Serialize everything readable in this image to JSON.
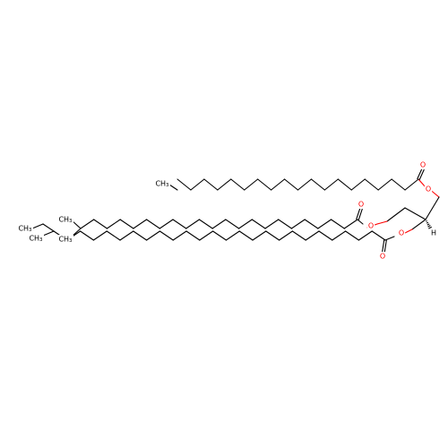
{
  "diagram": {
    "type": "skeletal-structure",
    "labels": {
      "ester1_carbonyl_o": "O",
      "ester1_ether_o": "O",
      "ester2_carbonyl_o": "O",
      "ester2_ether_o": "O",
      "ester3_carbonyl_o": "O",
      "ester3_ether_o": "O",
      "chain1_terminal": "CH3",
      "chain2_branch_top": "CH3",
      "chain2_branch_bottom": "CH3",
      "chain3_ethyl_end": "CH3",
      "chain3_branch": "CH3",
      "stereo_h": "H"
    },
    "colors": {
      "carbon": "#000000",
      "oxygen": "#ff0000"
    }
  }
}
